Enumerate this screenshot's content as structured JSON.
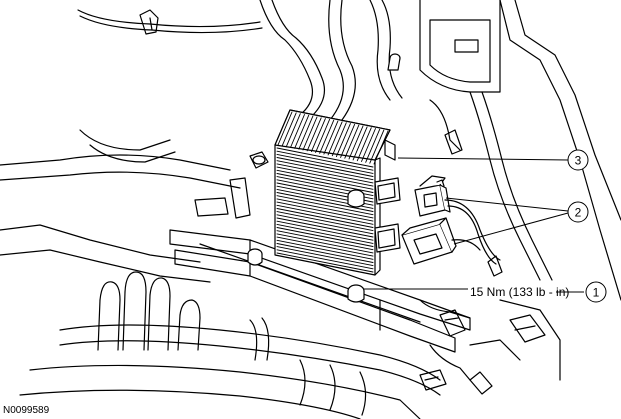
{
  "figure": {
    "figure_id": "N0099589",
    "torque_spec": "15 Nm (133 lb - in)",
    "callouts": [
      {
        "number": "1",
        "label": "1"
      },
      {
        "number": "2",
        "label": "2"
      },
      {
        "number": "3",
        "label": "3"
      }
    ],
    "colors": {
      "line": "#000000",
      "fill": "#ffffff",
      "shade": "#c8c8c8"
    }
  }
}
